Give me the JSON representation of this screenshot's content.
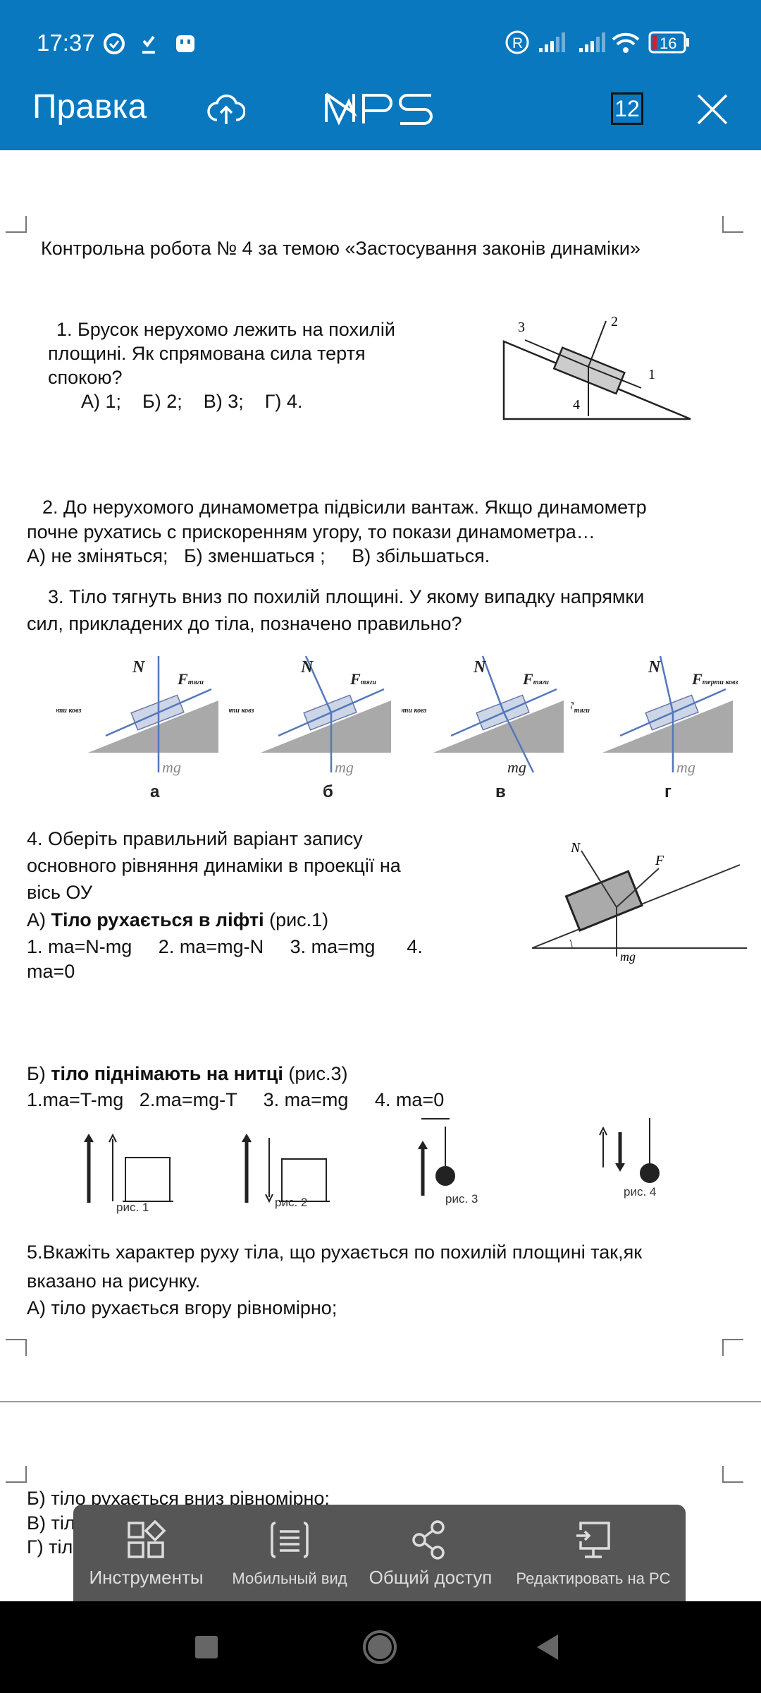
{
  "status_bar": {
    "time": "17:37",
    "battery": "16"
  },
  "header": {
    "title": "Правка",
    "page_count": "12",
    "logo": "WPS"
  },
  "doc": {
    "title": "Контрольна робота № 4 за темою «Застосування законів динаміки»",
    "q1": {
      "lines": [
        "1.  Брусок нерухомо лежить на похилій",
        "площині. Як спрямована сила тертя",
        "спокою?"
      ],
      "answers": "А) 1;    Б) 2;    В) 3;    Г) 4.",
      "figure_labels": [
        "1",
        "2",
        "3",
        "4"
      ]
    },
    "q2": {
      "lines": [
        "2. До нерухомого динамометра підвісили вантаж. Якщо динамометр",
        "почне рухатись с прискоренням угору, то покази динамометра…",
        "А) не зміняться;   Б) зменшаться ;     В) збільшаться."
      ]
    },
    "q3": {
      "lines": [
        "3. Тіло тягнуть вниз по похилій площині. У якому випадку напрямки",
        "сил, прикладених до тіла, позначено правильно?"
      ],
      "figures": [
        {
          "caption": "а",
          "left": "F терти ковз",
          "right": "F тяги"
        },
        {
          "caption": "б",
          "left": "F терти ковз",
          "right": "F тяги"
        },
        {
          "caption": "в",
          "left": "F терти ковз",
          "right": "F тяги"
        },
        {
          "caption": "г",
          "left": "F тяги",
          "right": "F терти ковз"
        }
      ],
      "n_label": "N",
      "mg_label": "mg"
    },
    "q4": {
      "lines": [
        "4. Оберіть правильний варіант запису",
        "основного рівняння динаміки в проекції на",
        "вісь ОУ"
      ],
      "a_prefix": "А) ",
      "a_bold": "Тіло рухається в ліфті",
      "a_suffix": " (рис.1)",
      "a_options": "1. ma=N-mg     2. ma=mg-N     3. ma=mg      4.",
      "a_options_2": "ma=0",
      "b_prefix": "Б) ",
      "b_bold": "тіло піднімають на нитці",
      "b_suffix": " (рис.3)",
      "b_options": "1.ma=T-mg   2.ma=mg-T     3. ma=mg     4. ma=0",
      "figure_labels": {
        "n": "N",
        "f": "F",
        "mg": "mg"
      },
      "pictures": [
        "рис. 1",
        "рис. 2",
        "рис. 3",
        "рис. 4"
      ]
    },
    "q5": {
      "lines": [
        "5.Вкажіть характер  руху тіла, що рухається по похилій площині так,як",
        "вказано на рисунку.",
        "А) тіло рухається вгору рівномірно;"
      ]
    },
    "page2": {
      "lines": [
        "Б) тіло рухається вниз рівномірно;",
        "В) тіл",
        "Г) тіл"
      ]
    }
  },
  "toolbar": {
    "items": [
      {
        "label": "Инструменты",
        "icon": "tools-icon"
      },
      {
        "label": "Мобильный вид",
        "icon": "mobile-view-icon"
      },
      {
        "label": "Общий доступ",
        "icon": "share-icon"
      },
      {
        "label": "Редактировать на PC",
        "icon": "edit-on-pc-icon"
      }
    ]
  },
  "colors": {
    "header": "#0a78be",
    "toolbar": "#565656",
    "arrow": "#5577bb"
  }
}
